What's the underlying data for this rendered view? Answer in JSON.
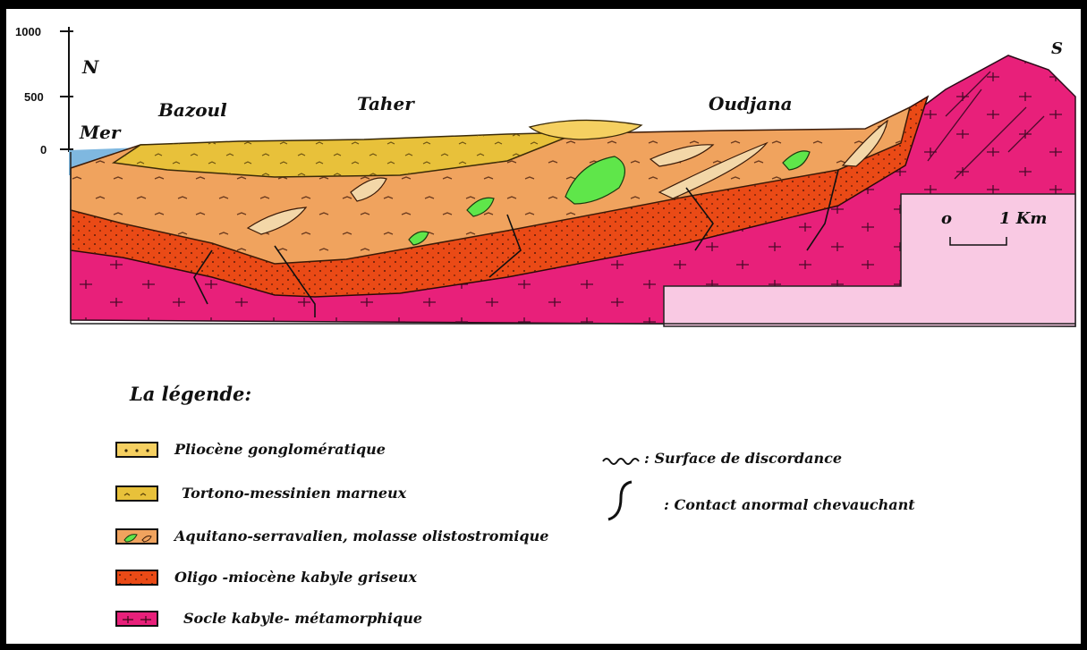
{
  "axis": {
    "ticks": [
      "1000",
      "500",
      "0"
    ]
  },
  "orientation": {
    "north": "N",
    "south": "S"
  },
  "places": {
    "sea": "Mer",
    "p1": "Bazoul",
    "p2": "Taher",
    "p3": "Oudjana"
  },
  "scale": {
    "zero": "o",
    "one": "1 Km"
  },
  "legend": {
    "title": "La légende:",
    "items": [
      {
        "label": "Pliocène gonglomératique",
        "color": "#f5d061"
      },
      {
        "label": "Tortono-messinien marneux",
        "color": "#e8c13a"
      },
      {
        "label": "Aquitano-serravalien, molasse olistostromique",
        "color": "#f0a35e"
      },
      {
        "label": "Oligo -miocène kabyle griseux",
        "color": "#ea4a16"
      },
      {
        "label": "Socle kabyle- métamorphique",
        "color": "#e8207a"
      }
    ],
    "symbols": [
      {
        "label": ": Surface de discordance",
        "icon": "wavy-line"
      },
      {
        "label": ": Contact anormal chevauchant",
        "icon": "thrust-curve"
      }
    ]
  },
  "colors": {
    "sea": "#7fb8e0",
    "box": "#f9c9e3",
    "green": "#5fe64a"
  }
}
